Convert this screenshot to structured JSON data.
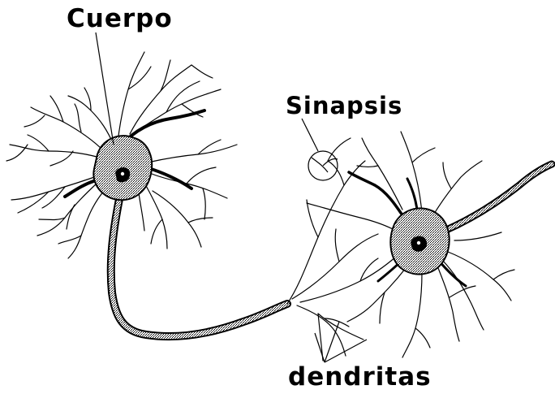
{
  "labels": {
    "body": "Cuerpo",
    "synapse": "Sinapsis",
    "dendrites": "dendritas"
  },
  "colors": {
    "ink": "#000000",
    "background": "#ffffff",
    "stipple": "#8a8a8a"
  }
}
